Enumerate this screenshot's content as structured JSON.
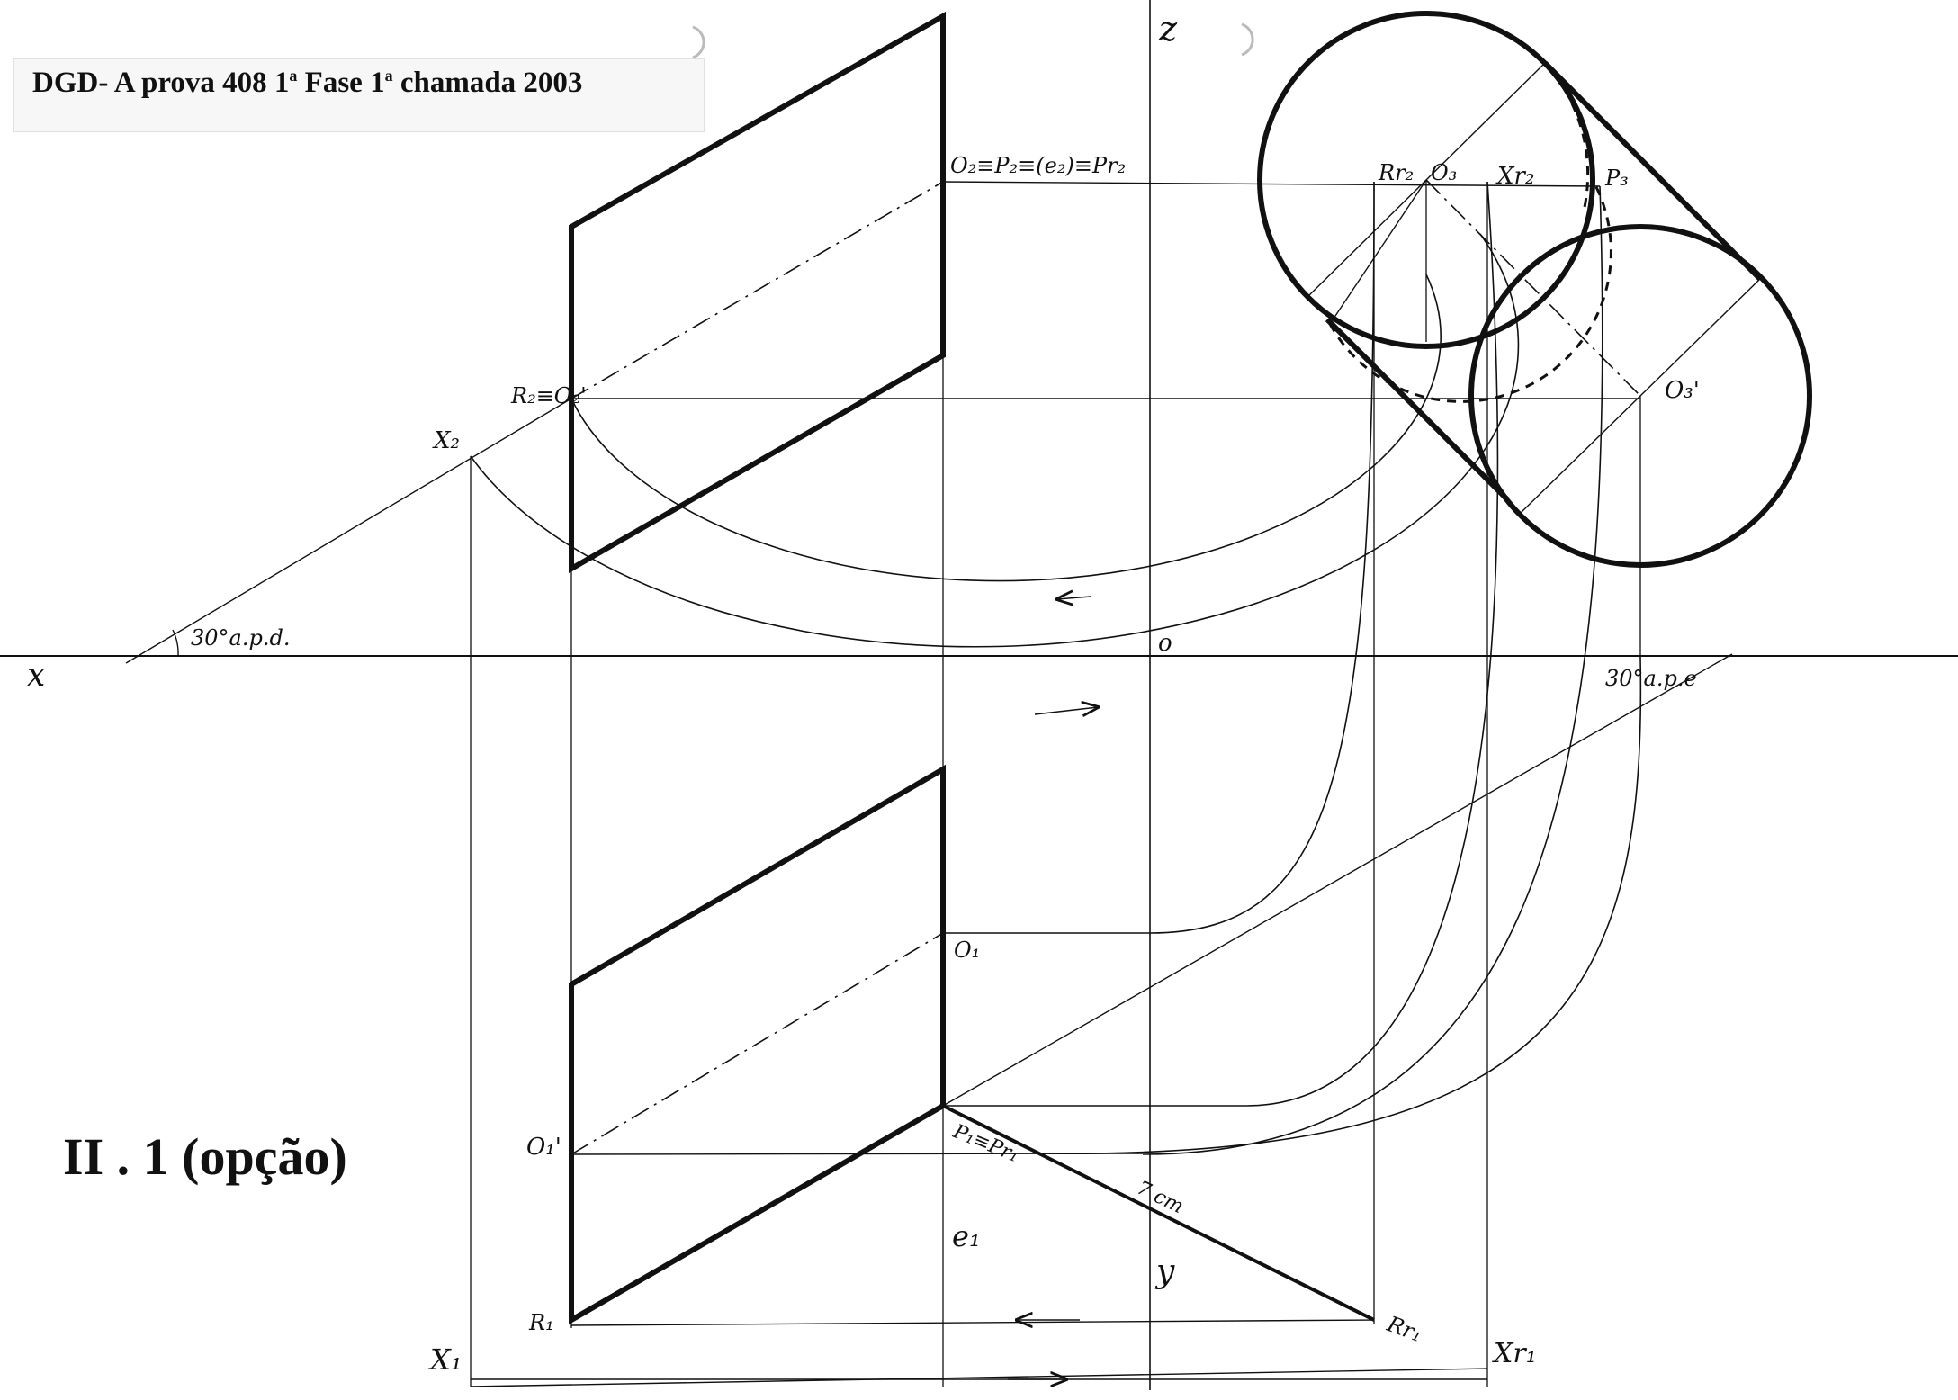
{
  "header": {
    "title_pre_1": "DGD- A  prova  408 1",
    "sup_1": "a",
    "title_mid": " Fase 1",
    "sup_2": "a",
    "title_post": " chamada 2003"
  },
  "exercise_label": "II . 1  (opção)",
  "labels": {
    "x_axis": "x",
    "z_axis": "z",
    "y_axis": "y",
    "origin": "o",
    "o2_p2": "O₂≡P₂≡(e₂)≡Pr₂",
    "r2_o2p": "R₂≡O₂'",
    "x2": "X₂",
    "angle_left": "30°a.p.d.",
    "angle_right": "30°a.p.e",
    "r_r2": "Rr₂",
    "o3": "O₃",
    "x_r2": "Xr₂",
    "p3": "P₃",
    "o3p": "O₃'",
    "o1": "O₁",
    "o1p": "O₁'",
    "p1": "P₁≡Pr₁",
    "seven_cm": "7 cm",
    "e1": "e₁",
    "y_label": "y",
    "r1": "R₁",
    "r_r1": "Rr₁",
    "x1": "X₁",
    "x_r1": "Xr₁"
  },
  "colors": {
    "ink": "#111111",
    "paper": "#ffffff"
  }
}
